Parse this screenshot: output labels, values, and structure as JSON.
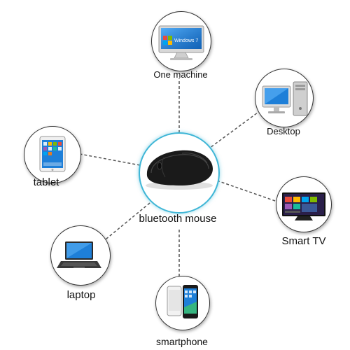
{
  "center": {
    "label": "bluetooth mouse",
    "icon": "wireless-mouse-icon"
  },
  "devices": [
    {
      "id": "one-machine",
      "label": "One machine",
      "icon": "all-in-one-pc-icon",
      "screen_text": "Windows 7"
    },
    {
      "id": "desktop",
      "label": "Desktop",
      "icon": "desktop-pc-icon"
    },
    {
      "id": "smart-tv",
      "label": "Smart TV",
      "icon": "smart-tv-icon"
    },
    {
      "id": "smartphone",
      "label": "smartphone",
      "icon": "smartphone-icon"
    },
    {
      "id": "laptop",
      "label": "laptop",
      "icon": "laptop-icon"
    },
    {
      "id": "tablet",
      "label": "tablet",
      "icon": "tablet-icon"
    }
  ],
  "colors": {
    "center_ring": "#3fb6d6",
    "connector": "#555555",
    "mouse_body": "#1a1a1a",
    "screen_blue": "#1e7fd8"
  }
}
